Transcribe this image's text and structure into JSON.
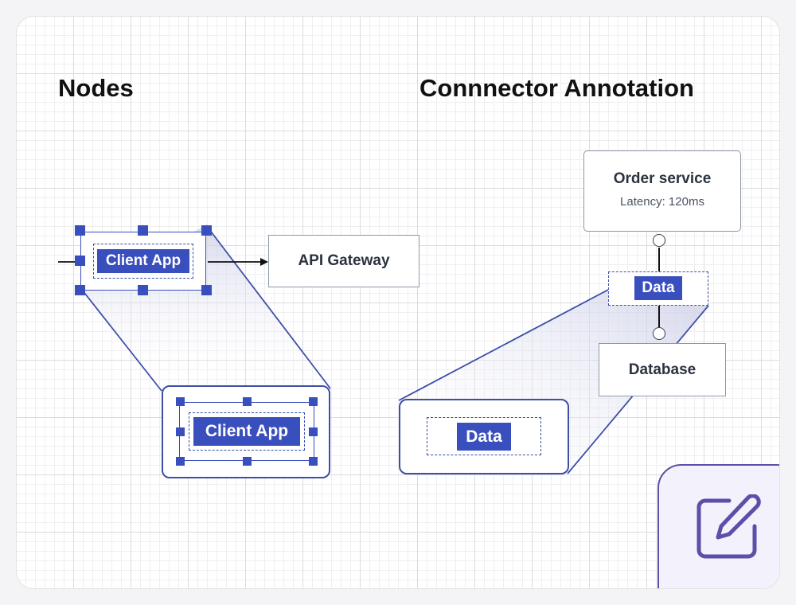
{
  "sections": {
    "nodes_title": "Nodes",
    "connector_title": "Connnector Annotation"
  },
  "nodes": {
    "client_app": "Client App",
    "api_gateway": "API Gateway",
    "zoom_client_app": "Client App"
  },
  "connector": {
    "order_service": {
      "title": "Order service",
      "subtitle": "Latency: 120ms"
    },
    "annotation_label": "Data",
    "database": "Database",
    "zoom_label": "Data"
  },
  "icons": {
    "edit": "edit-icon"
  },
  "colors": {
    "accent": "#3a4fbe",
    "edit_panel": "#5d4ea8",
    "border": "#8e98a8"
  }
}
